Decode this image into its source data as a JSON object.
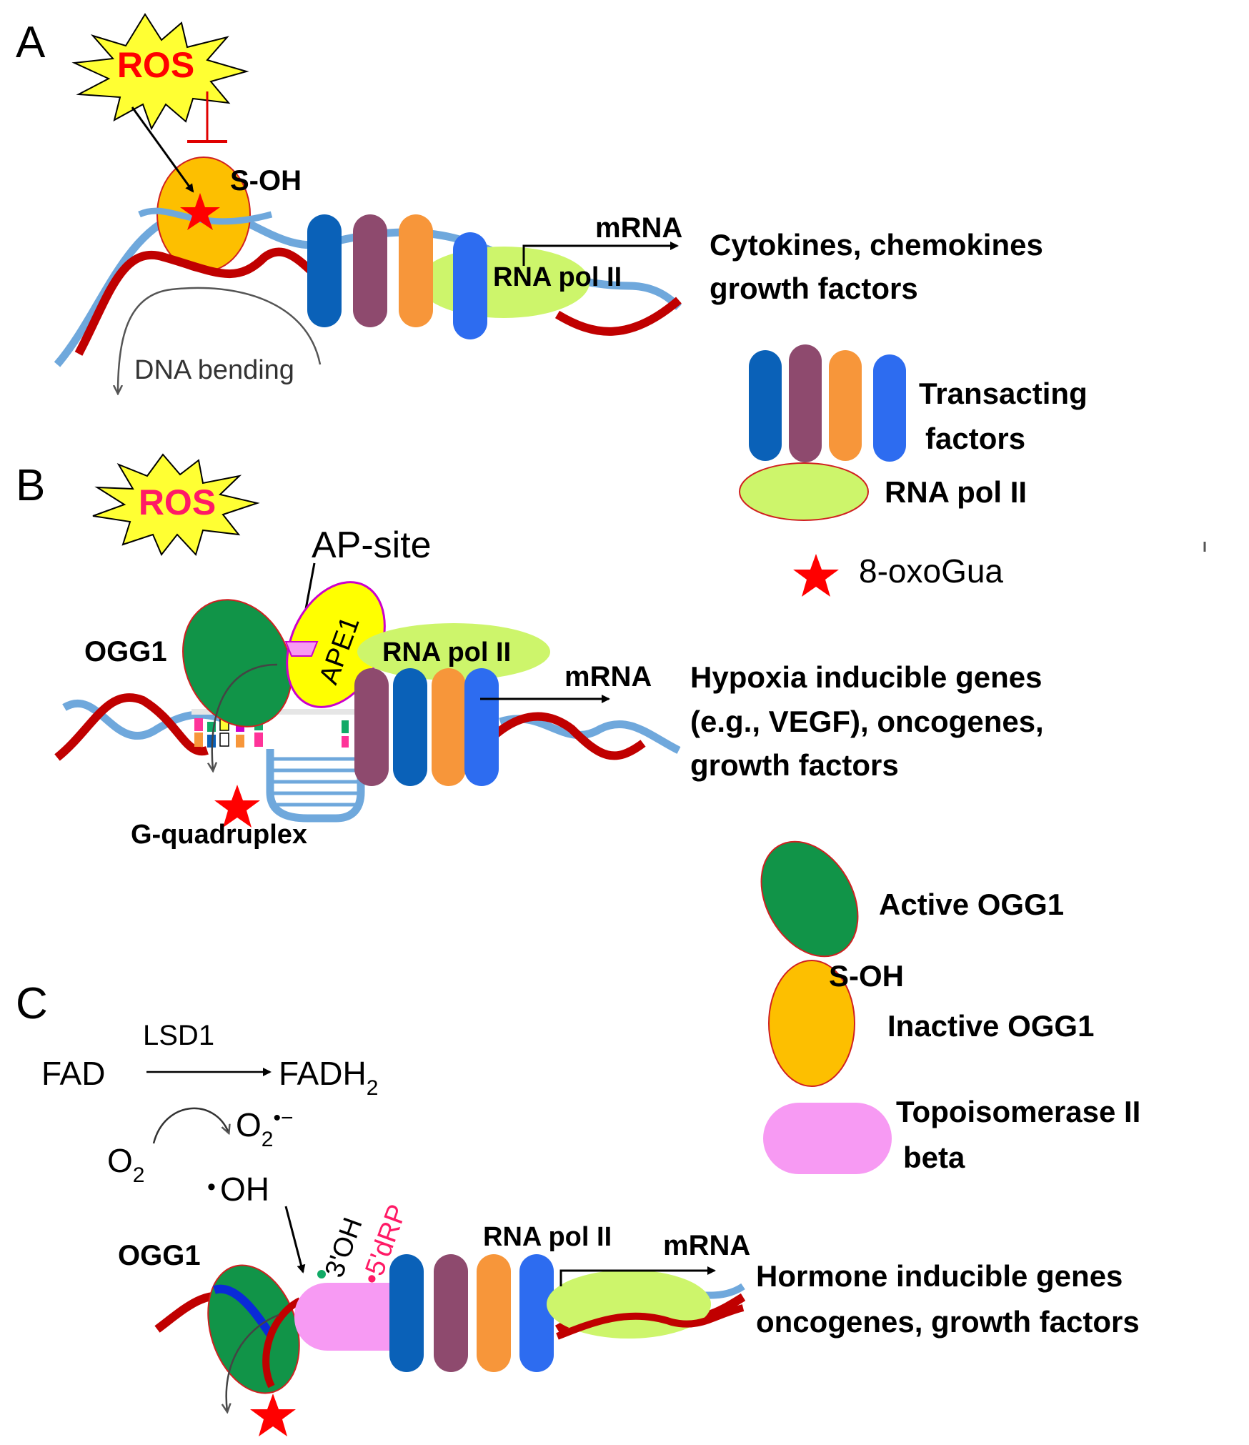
{
  "panels": {
    "a": {
      "letter": "A",
      "ros": "ROS",
      "soh": "S-OH",
      "dna_bending": "DNA bending",
      "mrna": "mRNA",
      "polii": "RNA pol II",
      "genes_line1": "Cytokines, chemokines",
      "genes_line2": "growth factors"
    },
    "b": {
      "letter": "B",
      "ros": "ROS",
      "ap_site": "AP-site",
      "ogg1": "OGG1",
      "ape1": "APE1",
      "polii": "RNA pol II",
      "mrna": "mRNA",
      "gquad": "G-quadruplex",
      "genes_line1": "Hypoxia inducible genes",
      "genes_line2": "(e.g., VEGF), oncogenes,",
      "genes_line3": "growth factors"
    },
    "c": {
      "letter": "C",
      "lsd1": "LSD1",
      "fad": "FAD",
      "fadh": "FADH",
      "fadh_sub": "2",
      "o2": "O",
      "o2_sub": "2",
      "o2rad": "O",
      "o2rad_sub": "2",
      "o2rad_sup": "•−",
      "oh_dot": "•",
      "oh": "OH",
      "three_oh": "3'OH",
      "five_drp": "•5'dRP",
      "ogg1": "OGG1",
      "polii": "RNA pol II",
      "mrna": "mRNA",
      "genes_line1": "Hormone inducible genes",
      "genes_line2": "oncogenes, growth factors"
    }
  },
  "legend": {
    "transacting_line1": "Transacting",
    "transacting_line2": "factors",
    "polii": "RNA pol II",
    "oxogua": "8-oxoGua",
    "active_ogg1": "Active OGG1",
    "soh": "S-OH",
    "inactive_ogg1": "Inactive OGG1",
    "topo_line1": "Topoisomerase II",
    "topo_line2": "beta"
  },
  "colors": {
    "tf_blue_dark": "#0a61b8",
    "tf_mauve": "#8e4a6e",
    "tf_orange": "#f7963a",
    "tf_blue_light": "#2d6cf0",
    "polii_green": "#cdf56b",
    "ogg1_active": "#119448",
    "ogg1_inactive": "#fdbf00",
    "topo_pink": "#f79af3",
    "ape1_yellow": "#ffff00",
    "dna_red": "#c00000",
    "dna_blue": "#6fa8dc",
    "ros_burst": "#ffff33",
    "ros_text": "#ff0000",
    "star_red": "#ff0000"
  }
}
